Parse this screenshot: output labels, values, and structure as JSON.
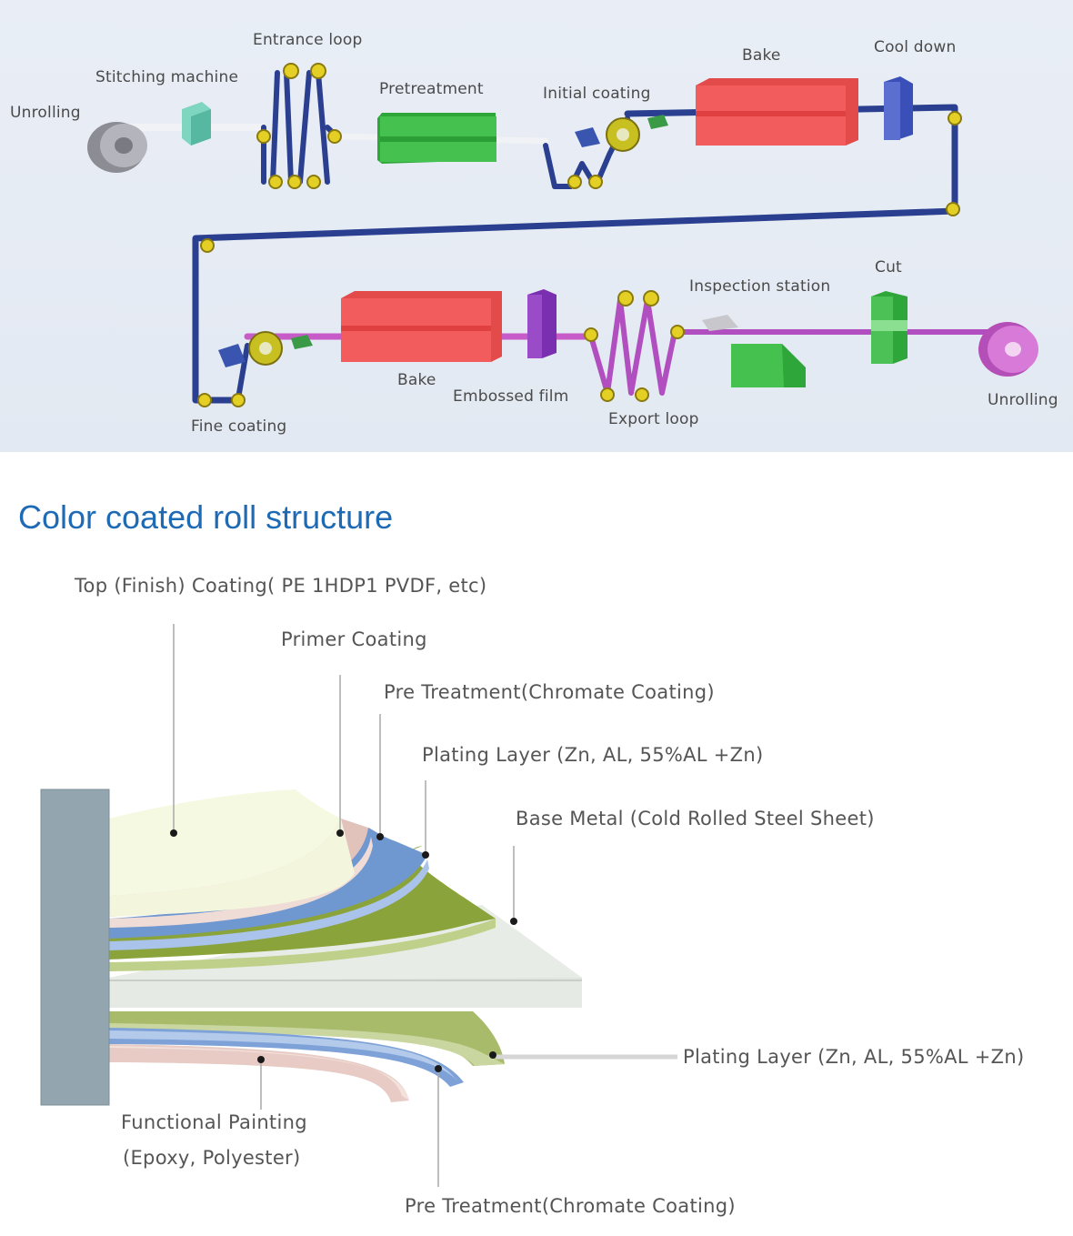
{
  "process_line": {
    "labels": {
      "unrolling_in": "Unrolling",
      "stitching": "Stitching machine",
      "entrance_loop": "Entrance loop",
      "pretreatment": "Pretreatment",
      "initial_coating": "Initial coating",
      "bake_top": "Bake",
      "cool_down": "Cool down",
      "fine_coating": "Fine coating",
      "bake_bottom": "Bake",
      "embossed_film": "Embossed film",
      "export_loop": "Export loop",
      "inspection": "Inspection station",
      "cut": "Cut",
      "unrolling_out": "Unrolling"
    }
  },
  "structure": {
    "title": "Color coated roll structure",
    "top_coating": "Top (Finish) Coating( PE 1HDP1 PVDF, etc)",
    "primer": "Primer Coating",
    "pretreat_top": "Pre Treatment(Chromate Coating)",
    "plating_top": "Plating Layer (Zn, AL, 55%AL +Zn)",
    "base_metal": "Base Metal (Cold Rolled Steel Sheet)",
    "plating_bottom": "Plating Layer (Zn, AL, 55%AL +Zn)",
    "functional_line1": "Functional Painting",
    "functional_line2": "(Epoxy, Polyester)",
    "pretreat_bottom": "Pre Treatment(Chromate Coating)"
  },
  "colors": {
    "title": "#1e6ab5",
    "strip": "#2a3f8f",
    "bake_oven": "#e85858",
    "pretreat_tank": "#3cb043",
    "cool_unit": "#5a6fd0",
    "film": "#cc66cc"
  }
}
